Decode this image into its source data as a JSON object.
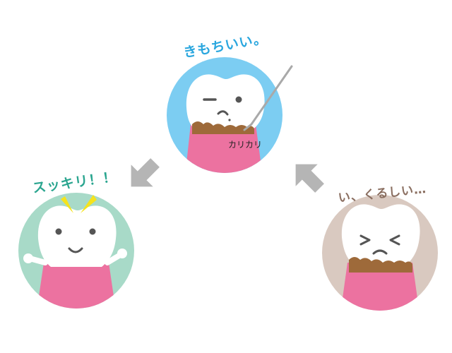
{
  "labels": {
    "top": "きもちいい。",
    "scrape": "カリカリ",
    "left": "スッキリ！！",
    "right": "い、くるしい…"
  },
  "colors": {
    "top_circle": "#7ccdf2",
    "left_circle": "#a8dac8",
    "right_circle": "#d9c9c0",
    "top_label": "#29a6de",
    "left_label": "#2aa58f",
    "right_label": "#8a6e60",
    "shirt": "#ec72a0",
    "plaque": "#9e6a3a",
    "arrow": "#b5b5b5",
    "sparkle": "#f5e31c",
    "face": "#555555"
  },
  "icons": {
    "top": "tooth-scaling-icon",
    "left": "clean-tooth-icon",
    "right": "suffering-tooth-icon",
    "arrows": [
      "arrow-down-left-icon",
      "arrow-up-left-icon"
    ]
  }
}
